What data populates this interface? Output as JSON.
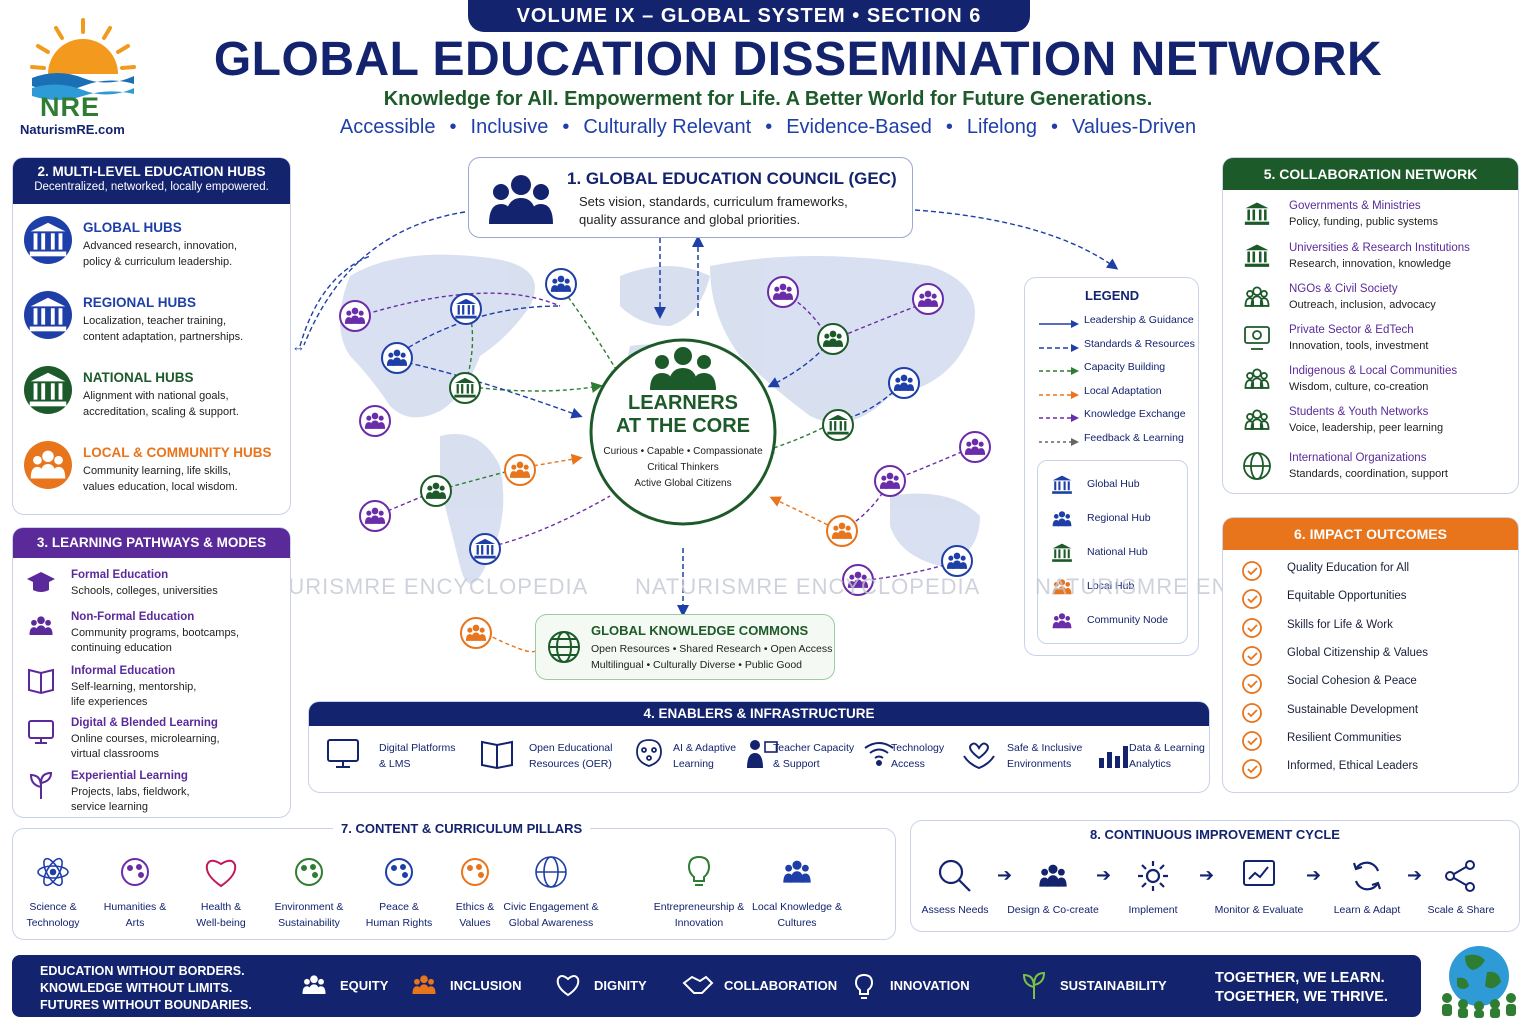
{
  "header": {
    "volume_tag": "VOLUME IX – GLOBAL SYSTEM • SECTION 6",
    "title": "GLOBAL EDUCATION DISSEMINATION NETWORK",
    "tagline": "Knowledge for All. Empowerment for Life. A Better World for Future Generations.",
    "values": [
      "Accessible",
      "Inclusive",
      "Culturally Relevant",
      "Evidence-Based",
      "Lifelong",
      "Values-Driven"
    ],
    "logo_text": "NRE",
    "logo_site": "NaturismRE.com"
  },
  "watermark": "NATURISMRE ENCYCLOPEDIA",
  "hubs": {
    "title": "2. MULTI-LEVEL EDUCATION HUBS",
    "subtitle": "Decentralized, networked, locally empowered.",
    "items": [
      {
        "name": "GLOBAL HUBS",
        "desc1": "Advanced research, innovation,",
        "desc2": "policy & curriculum leadership.",
        "color": "#1f3fa8"
      },
      {
        "name": "REGIONAL HUBS",
        "desc1": "Localization, teacher training,",
        "desc2": "content adaptation, partnerships.",
        "color": "#1f3fa8"
      },
      {
        "name": "NATIONAL HUBS",
        "desc1": "Alignment with national goals,",
        "desc2": "accreditation, scaling & support.",
        "color": "#1d5a2a"
      },
      {
        "name": "LOCAL & COMMUNITY HUBS",
        "desc1": "Community learning, life skills,",
        "desc2": "values education, local wisdom.",
        "color": "#e8741c"
      }
    ]
  },
  "pathways": {
    "title": "3. LEARNING PATHWAYS & MODES",
    "items": [
      {
        "name": "Formal Education",
        "lines": [
          "Schools, colleges, universities"
        ]
      },
      {
        "name": "Non-Formal Education",
        "lines": [
          "Community programs, bootcamps,",
          "continuing education"
        ]
      },
      {
        "name": "Informal Education",
        "lines": [
          "Self-learning, mentorship,",
          "life experiences"
        ]
      },
      {
        "name": "Digital & Blended Learning",
        "lines": [
          "Online courses, microlearning,",
          "virtual classrooms"
        ]
      },
      {
        "name": "Experiential Learning",
        "lines": [
          "Projects, labs, fieldwork,",
          "service learning"
        ]
      }
    ]
  },
  "council": {
    "title": "1. GLOBAL EDUCATION COUNCIL (GEC)",
    "line1": "Sets vision, standards, curriculum frameworks,",
    "line2": "quality assurance and global priorities."
  },
  "core": {
    "title1": "LEARNERS",
    "title2": "AT THE CORE",
    "line1": "Curious • Capable • Compassionate",
    "line2": "Critical Thinkers",
    "line3": "Active Global Citizens"
  },
  "commons": {
    "title": "GLOBAL KNOWLEDGE COMMONS",
    "line1": "Open Resources • Shared Research • Open Access",
    "line2": "Multilingual • Culturally Diverse • Public Good"
  },
  "legend": {
    "title": "LEGEND",
    "lines": [
      {
        "label": "Leadership & Guidance",
        "color": "#1f3fa8",
        "dash": "0"
      },
      {
        "label": "Standards & Resources",
        "color": "#1f3fa8",
        "dash": "5,3"
      },
      {
        "label": "Capacity Building",
        "color": "#2e7d32",
        "dash": "4,3"
      },
      {
        "label": "Local Adaptation",
        "color": "#e8741c",
        "dash": "4,3"
      },
      {
        "label": "Knowledge Exchange",
        "color": "#6a2ca8",
        "dash": "4,3"
      },
      {
        "label": "Feedback & Learning",
        "color": "#666666",
        "dash": "3,3"
      }
    ],
    "nodes": [
      {
        "label": "Global Hub",
        "color": "#1f3fa8"
      },
      {
        "label": "Regional Hub",
        "color": "#1f3fa8"
      },
      {
        "label": "National Hub",
        "color": "#1d5a2a"
      },
      {
        "label": "Local Hub",
        "color": "#e8741c"
      },
      {
        "label": "Community Node",
        "color": "#6a2ca8"
      }
    ]
  },
  "collab": {
    "title": "5. COLLABORATION NETWORK",
    "items": [
      {
        "name": "Governments & Ministries",
        "desc": "Policy, funding, public systems"
      },
      {
        "name": "Universities & Research Institutions",
        "desc": "Research, innovation, knowledge"
      },
      {
        "name": "NGOs & Civil Society",
        "desc": "Outreach, inclusion, advocacy"
      },
      {
        "name": "Private Sector & EdTech",
        "desc": "Innovation, tools, investment"
      },
      {
        "name": "Indigenous & Local Communities",
        "desc": "Wisdom, culture, co-creation"
      },
      {
        "name": "Students & Youth Networks",
        "desc": "Voice, leadership, peer learning"
      },
      {
        "name": "International Organizations",
        "desc": "Standards, coordination, support"
      }
    ]
  },
  "impact": {
    "title": "6. IMPACT OUTCOMES",
    "items": [
      "Quality Education for All",
      "Equitable Opportunities",
      "Skills for Life & Work",
      "Global Citizenship & Values",
      "Social Cohesion & Peace",
      "Sustainable Development",
      "Resilient Communities",
      "Informed, Ethical Leaders"
    ]
  },
  "enablers": {
    "title": "4. ENABLERS & INFRASTRUCTURE",
    "items": [
      {
        "l1": "Digital Platforms",
        "l2": "& LMS",
        "icon": "monitor-icon"
      },
      {
        "l1": "Open Educational",
        "l2": "Resources (OER)",
        "icon": "book-icon"
      },
      {
        "l1": "AI & Adaptive",
        "l2": "Learning",
        "icon": "brain-icon"
      },
      {
        "l1": "Teacher Capacity",
        "l2": "& Support",
        "icon": "teacher-icon"
      },
      {
        "l1": "Technology",
        "l2": "Access",
        "icon": "wifi-icon"
      },
      {
        "l1": "Safe & Inclusive",
        "l2": "Environments",
        "icon": "heart-hands-icon"
      },
      {
        "l1": "Data & Learning",
        "l2": "Analytics",
        "icon": "chart-icon"
      }
    ]
  },
  "pillars": {
    "title": "7. CONTENT & CURRICULUM PILLARS",
    "items": [
      {
        "l1": "Science &",
        "l2": "Technology",
        "color": "#1f3fa8"
      },
      {
        "l1": "Humanities &",
        "l2": "Arts",
        "color": "#6a2ca8"
      },
      {
        "l1": "Health &",
        "l2": "Well-being",
        "color": "#c2185b"
      },
      {
        "l1": "Environment &",
        "l2": "Sustainability",
        "color": "#2e7d32"
      },
      {
        "l1": "Peace &",
        "l2": "Human Rights",
        "color": "#1f3fa8"
      },
      {
        "l1": "Ethics &",
        "l2": "Values",
        "color": "#e8741c"
      },
      {
        "l1": "Civic Engagement &",
        "l2": "Global Awareness",
        "color": "#1f3fa8"
      },
      {
        "l1": "Entrepreneurship &",
        "l2": "Innovation",
        "color": "#2e7d32"
      },
      {
        "l1": "Local Knowledge &",
        "l2": "Cultures",
        "color": "#1f3fa8"
      }
    ]
  },
  "cycle": {
    "title": "8. CONTINUOUS IMPROVEMENT CYCLE",
    "items": [
      "Assess Needs",
      "Design & Co-create",
      "Implement",
      "Monitor & Evaluate",
      "Learn & Adapt",
      "Scale & Share"
    ]
  },
  "footer": {
    "left1": "EDUCATION WITHOUT BORDERS.",
    "left2": "KNOWLEDGE WITHOUT LIMITS.",
    "left3": "FUTURES WITHOUT BOUNDARIES.",
    "values": [
      "EQUITY",
      "INCLUSION",
      "DIGNITY",
      "COLLABORATION",
      "INNOVATION",
      "SUSTAINABILITY"
    ],
    "right1": "TOGETHER, WE LEARN.",
    "right2": "TOGETHER, WE THRIVE."
  }
}
